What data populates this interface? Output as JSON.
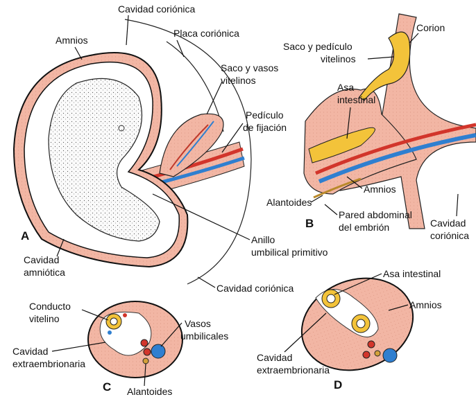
{
  "colors": {
    "membrane": "#f2b6a4",
    "membrane_light": "#f6cfc2",
    "yolk": "#f3c33a",
    "artery": "#d2352b",
    "vein": "#2f7fd0",
    "outline": "#111111"
  },
  "panels": {
    "A": "A",
    "B": "B",
    "C": "C",
    "D": "D"
  },
  "labels": {
    "a_cavidad_corionica_top": "Cavidad coriónica",
    "a_placa_corionica": "Placa coriónica",
    "a_amnios": "Amnios",
    "a_saco_vasos_1": "Saco y vasos",
    "a_saco_vasos_2": "vitelinos",
    "a_pediculo_1": "Pedículo",
    "a_pediculo_2": "de fijación",
    "a_cavidad_amniotica_1": "Cavidad",
    "a_cavidad_amniotica_2": "amniótica",
    "a_anillo_1": "Anillo",
    "a_anillo_2": "umbilical primitivo",
    "a_cavidad_corionica_bottom": "Cavidad coriónica",
    "b_saco_pediculo_1": "Saco y pedículo",
    "b_saco_pediculo_2": "vitelinos",
    "b_corion": "Corion",
    "b_asa_1": "Asa",
    "b_asa_2": "intestinal",
    "b_amnios": "Amnios",
    "b_alantoides": "Alantoides",
    "b_pared_1": "Pared abdominal",
    "b_pared_2": "del embrión",
    "b_cavidad_corionica_1": "Cavidad",
    "b_cavidad_corionica_2": "coriónica",
    "c_conducto_1": "Conducto",
    "c_conducto_2": "vitelino",
    "c_vasos_1": "Vasos",
    "c_vasos_2": "umbilicales",
    "c_cavidad_1": "Cavidad",
    "c_cavidad_2": "extraembrionaria",
    "c_alantoides": "Alantoides",
    "d_asa": "Asa intestinal",
    "d_amnios": "Amnios",
    "d_cavidad_1": "Cavidad",
    "d_cavidad_2": "extraembrionaria"
  }
}
